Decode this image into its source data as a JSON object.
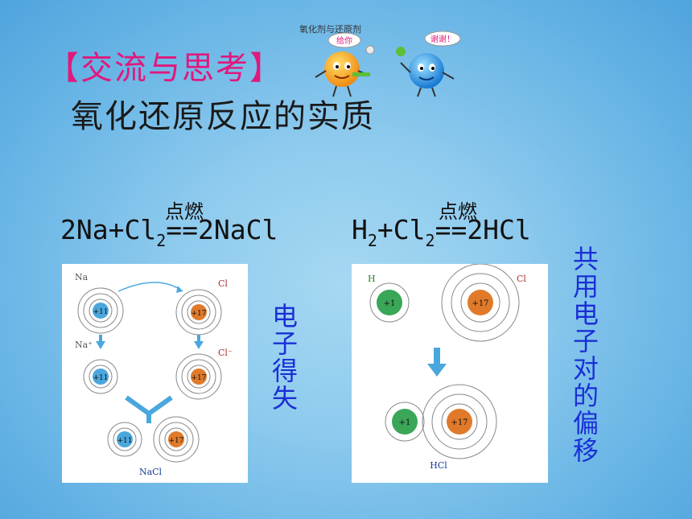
{
  "slide": {
    "title": "【交流与思考】",
    "subtitle": "氧化还原反应的实质"
  },
  "cartoon": {
    "caption": "氧化剂与还原剂",
    "left_bubble": "给你",
    "right_bubble": "谢谢！"
  },
  "equations": {
    "left": {
      "condition": "点燃",
      "lhs": "2Na+Cl",
      "sub": "2",
      "rhs": "==2NaCl"
    },
    "right": {
      "h_main": "H",
      "h_sub": "2",
      "mid": "+Cl",
      "sub": "2",
      "condition": "点燃",
      "rhs": "==2HCl"
    }
  },
  "left_panel": {
    "na_label": "Na",
    "cl_label": "Cl",
    "na_ion_label": "Na⁺",
    "cl_ion_label": "Cl⁻",
    "na_nucleus": "+11",
    "cl_nucleus": "+17",
    "product_label": "NaCl"
  },
  "right_panel": {
    "h_label": "H",
    "cl_label": "Cl",
    "h_nucleus": "+1",
    "cl_nucleus": "+17",
    "product_label": "HCl"
  },
  "side_labels": {
    "left": [
      "电",
      "子",
      "得",
      "失"
    ],
    "right": [
      "共",
      "用",
      "电",
      "子",
      "对",
      "的",
      "偏",
      "移"
    ]
  },
  "colors": {
    "title": "#e0197c",
    "vertical_text": "#1a2fd6",
    "na_nucleus": "#4aa7dd",
    "cl_nucleus": "#e07a2a",
    "h_nucleus": "#3aa657",
    "arrow": "#4aa7dd"
  }
}
